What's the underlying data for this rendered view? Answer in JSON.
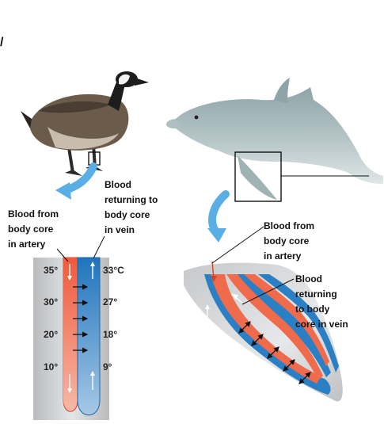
{
  "corner_mark": "/",
  "goose_labels": {
    "artery": [
      "Blood from",
      "body core",
      "in artery"
    ],
    "vein": [
      "Blood",
      "returning to",
      "body core",
      "in vein"
    ]
  },
  "temperatures": {
    "artery": [
      "35°",
      "30°",
      "20°",
      "10°"
    ],
    "vein": [
      "33°C",
      "27°",
      "18°",
      "9°"
    ]
  },
  "dolphin_labels": {
    "artery": [
      "Blood from",
      "body core",
      "in artery"
    ],
    "vein": [
      "Blood",
      "returning",
      "to body",
      "core in vein"
    ]
  },
  "colors": {
    "artery": "#f06b4c",
    "vein": "#2b7fc4",
    "pointer_arrow": "#5aaee6",
    "limb_gray": "#d3d5d6"
  }
}
